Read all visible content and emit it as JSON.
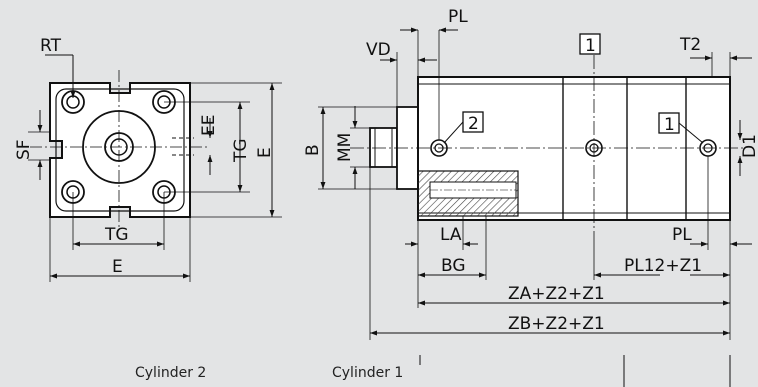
{
  "front_view": {
    "labels": {
      "rt": "RT",
      "sf": "SF",
      "ee": "EE",
      "tg_vertical": "TG",
      "e_vertical": "E",
      "tg_horizontal": "TG",
      "e_horizontal": "E"
    },
    "caption": "Cylinder 2"
  },
  "side_view": {
    "labels": {
      "pl_top": "PL",
      "vd": "VD",
      "t2": "T2",
      "b": "B",
      "mm": "MM",
      "d1": "D1",
      "la": "LA",
      "bg": "BG",
      "pl_bottom": "PL",
      "pl12_z1": "PL12+Z1",
      "za": "ZA+Z2+Z1",
      "zb": "ZB+Z2+Z1"
    },
    "callouts": [
      "1",
      "2",
      "1"
    ],
    "caption": "Cylinder 1"
  },
  "colors": {
    "background": "#e3e4e5",
    "body_fill": "#ffffff",
    "line": "#111111",
    "hatch": "#555555"
  }
}
